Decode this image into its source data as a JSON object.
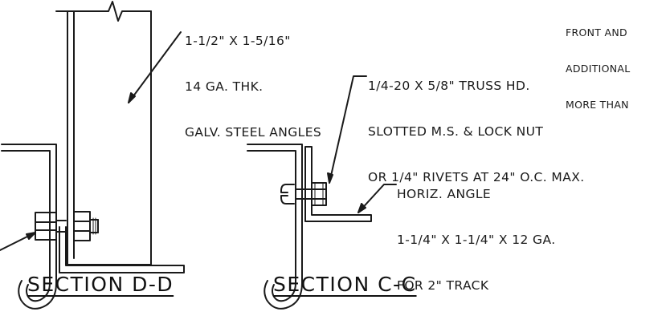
{
  "notes": {
    "angles": {
      "line1": "1-1/2\" X 1-5/16\"",
      "line2": "14 GA. THK.",
      "line3": "GALV. STEEL ANGLES"
    },
    "fastener": {
      "line1": "1/4-20 X 5/8\" TRUSS HD.",
      "line2": "SLOTTED M.S. & LOCK NUT",
      "line3": "OR 1/4\" RIVETS AT 24\" O.C. MAX."
    },
    "horiz_angle": {
      "line1": "HORIZ. ANGLE",
      "line2": "1-1/4\" X 1-1/4\" X 12 GA.",
      "line3": "FOR 2\" TRACK"
    },
    "top_right": {
      "line1": "FRONT AND",
      "line2": "ADDITIONAL",
      "line3": "MORE THAN"
    }
  },
  "sections": {
    "d_d": "SECTION D-D",
    "c_c": "SECTION C-C"
  },
  "colors": {
    "line": "#1a1a1a",
    "background": "#ffffff"
  }
}
